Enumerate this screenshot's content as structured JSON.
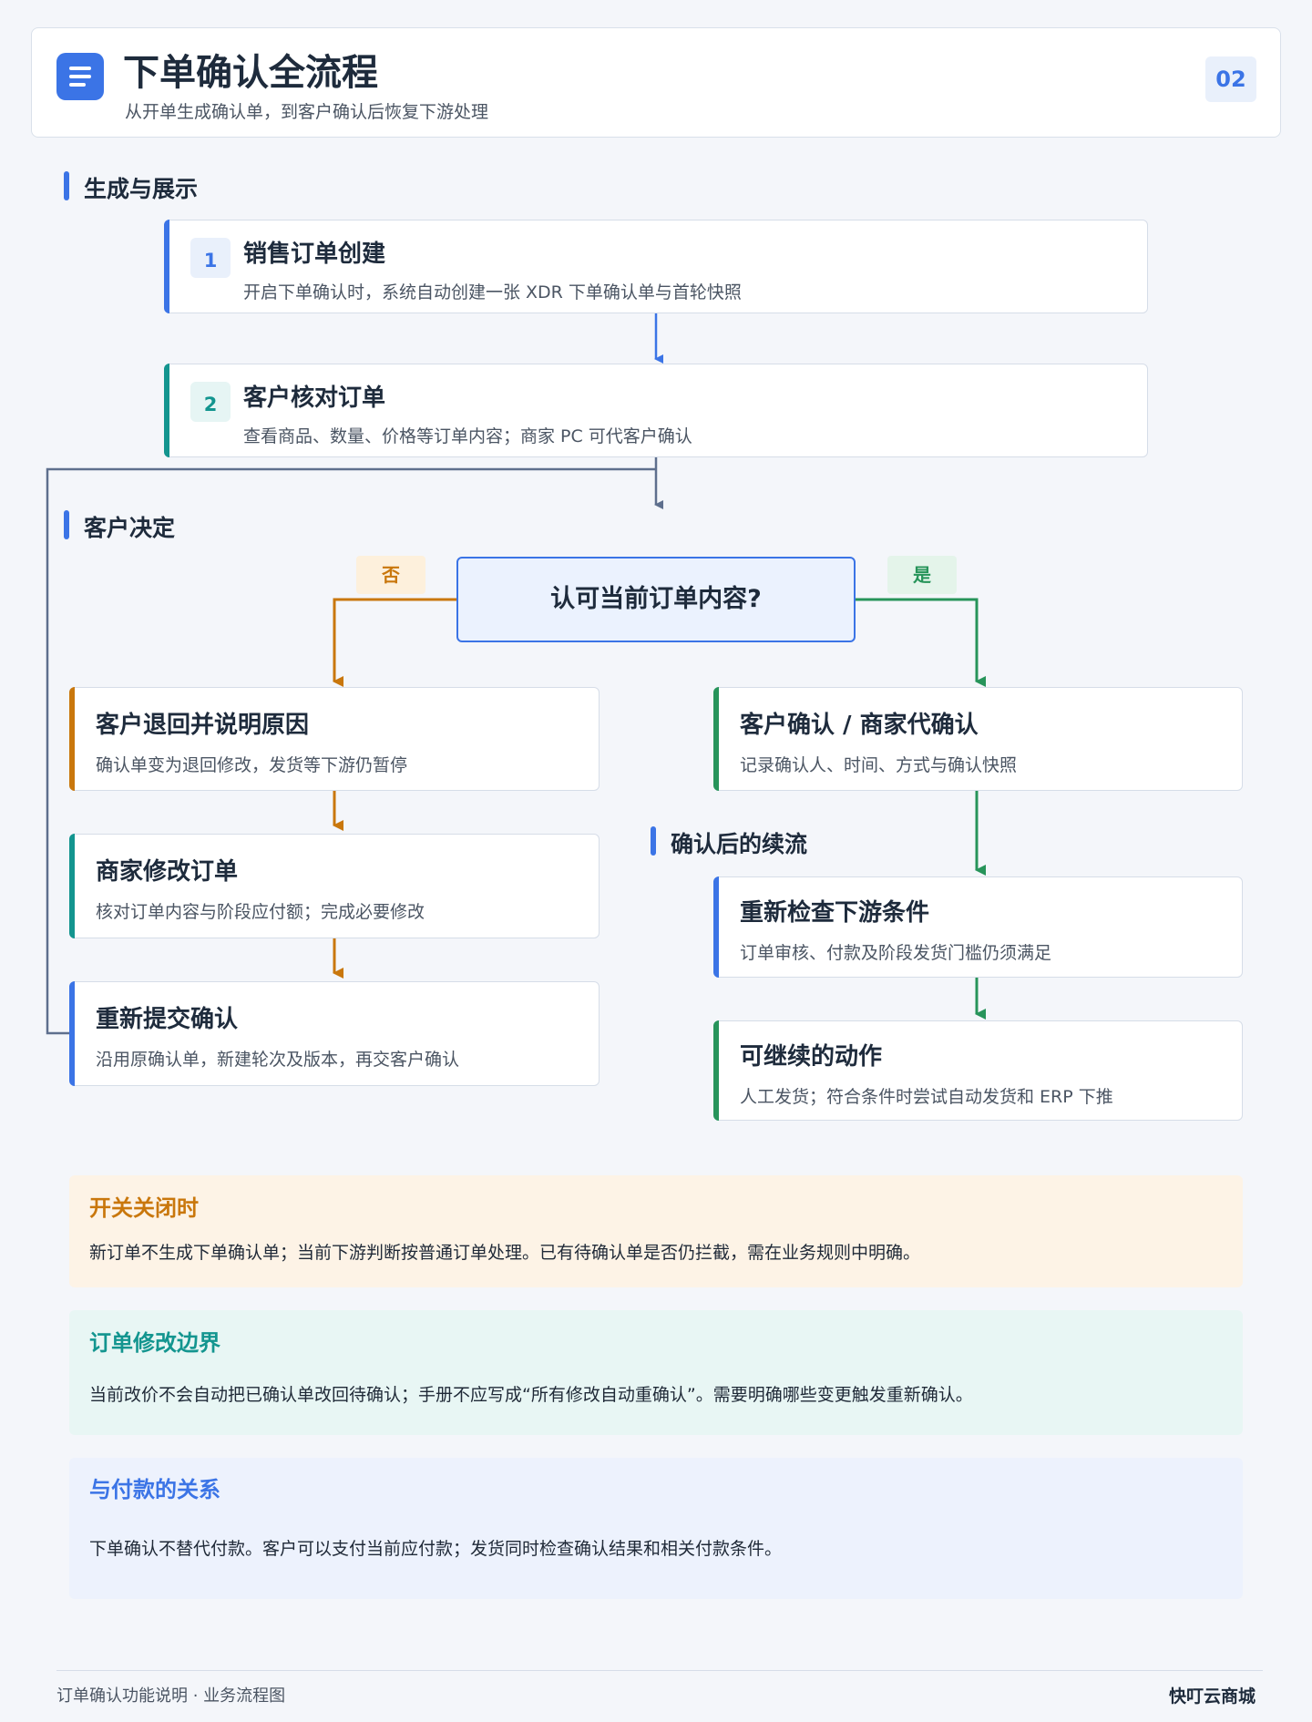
{
  "header": {
    "title": "下单确认全流程",
    "subtitle": "从开单生成确认单，到客户确认后恢复下游处理",
    "page_number": "02"
  },
  "sections": {
    "generate": "生成与展示",
    "decide": "客户决定",
    "after_confirm": "确认后的续流"
  },
  "steps": [
    {
      "number": "1",
      "title": "销售订单创建",
      "desc": "开启下单确认时，系统自动创建一张 XDR 下单确认单与首轮快照"
    },
    {
      "number": "2",
      "title": "客户核对订单",
      "desc": "查看商品、数量、价格等订单内容；商家 PC 可代客户确认"
    }
  ],
  "decision": {
    "question": "认可当前订单内容?",
    "no_label": "否",
    "yes_label": "是"
  },
  "reject_path": [
    {
      "title": "客户退回并说明原因",
      "desc": "确认单变为退回修改，发货等下游仍暂停"
    },
    {
      "title": "商家修改订单",
      "desc": "核对订单内容与阶段应付额；完成必要修改"
    },
    {
      "title": "重新提交确认",
      "desc": "沿用原确认单，新建轮次及版本，再交客户确认"
    }
  ],
  "confirm_path": [
    {
      "title": "客户确认 / 商家代确认",
      "desc": "记录确认人、时间、方式与确认快照"
    },
    {
      "title": "重新检查下游条件",
      "desc": "订单审核、付款及阶段发货门槛仍须满足"
    },
    {
      "title": "可继续的动作",
      "desc": "人工发货；符合条件时尝试自动发货和 ERP 下推"
    }
  ],
  "notes": [
    {
      "title": "开关关闭时",
      "desc": "新订单不生成下单确认单；当前下游判断按普通订单处理。已有待确认单是否仍拦截，需在业务规则中明确。"
    },
    {
      "title": "订单修改边界",
      "desc": "当前改价不会自动把已确认单改回待确认；手册不应写成“所有修改自动重确认”。需要明确哪些变更触发重新确认。"
    },
    {
      "title": "与付款的关系",
      "desc": "下单确认不替代付款。客户可以支付当前应付款；发货同时检查确认结果和相关付款条件。"
    }
  ],
  "footer": {
    "left": "订单确认功能说明 · 业务流程图",
    "right": "快叮云商城"
  },
  "colors": {
    "blue": "#3b74e6",
    "teal": "#13958f",
    "orange": "#c9770c",
    "green": "#27945a",
    "slate": "#5e6f8d"
  }
}
